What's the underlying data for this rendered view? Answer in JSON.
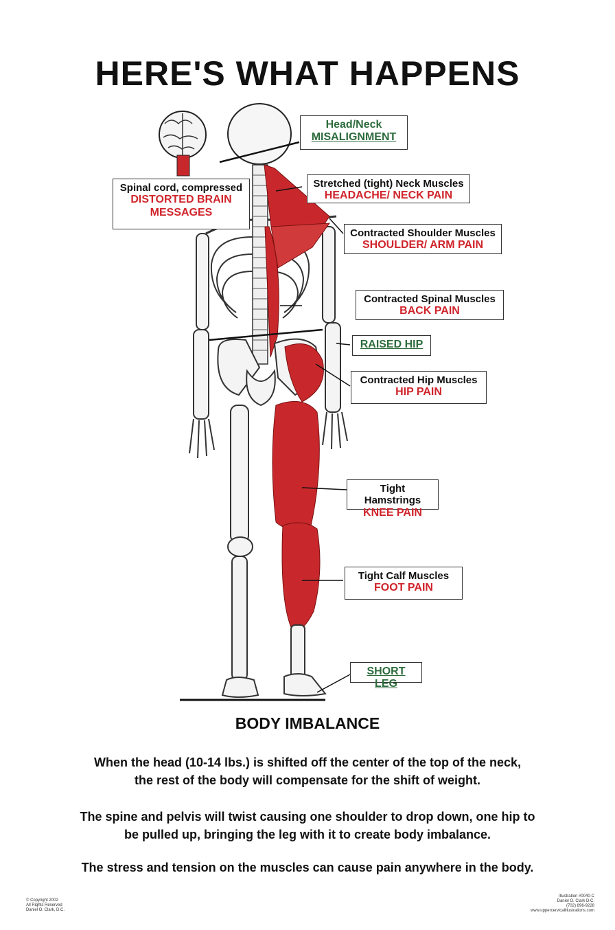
{
  "title": "HERE'S WHAT HAPPENS",
  "labels": {
    "head_neck": {
      "line1": "Head/Neck",
      "line2": "MISALIGNMENT"
    },
    "spinal_cord": {
      "line1": "Spinal cord, compressed",
      "line2": "DISTORTED BRAIN",
      "line3": "MESSAGES"
    },
    "neck_muscles": {
      "line1": "Stretched (tight) Neck Muscles",
      "line2": "HEADACHE/ NECK PAIN"
    },
    "shoulder_muscles": {
      "line1": "Contracted Shoulder Muscles",
      "line2": "SHOULDER/ ARM PAIN"
    },
    "spinal_muscles": {
      "line1": "Contracted Spinal Muscles",
      "line2": "BACK PAIN"
    },
    "raised_hip": {
      "line1": "RAISED HIP"
    },
    "hip_muscles": {
      "line1": "Contracted Hip Muscles",
      "line2": "HIP PAIN"
    },
    "hamstrings": {
      "line1": "Tight Hamstrings",
      "line2": "KNEE PAIN"
    },
    "calf_muscles": {
      "line1": "Tight Calf Muscles",
      "line2": "FOOT PAIN"
    },
    "short_leg": {
      "line1": "SHORT LEG"
    }
  },
  "heading": "BODY IMBALANCE",
  "paragraphs": [
    {
      "line1": "When the head (10-14 lbs.) is shifted off the center of the top of the neck,",
      "line2": "the rest of the body will compensate for the shift of weight."
    },
    {
      "line1": "The spine and pelvis will twist causing one shoulder to drop down, one hip to",
      "line2": "be pulled up, bringing the leg with it to create body imbalance."
    },
    {
      "line1": "The stress and tension on the muscles can cause pain anywhere in the body."
    }
  ],
  "footer_left": {
    "line1": "© Copyright 2002",
    "line2": "All Rights Reserved",
    "line3": "Daniel O. Clark, D.C."
  },
  "footer_right": {
    "line1": "Illustration #0040-C",
    "line2": "Daniel O. Clark D.C.",
    "line3": "(702) 896-9228",
    "line4": "www.uppercervicalillustrations.com"
  },
  "colors": {
    "muscle": "#c8282c",
    "pain_text": "#d0242b",
    "green_text": "#2d6b3c"
  }
}
